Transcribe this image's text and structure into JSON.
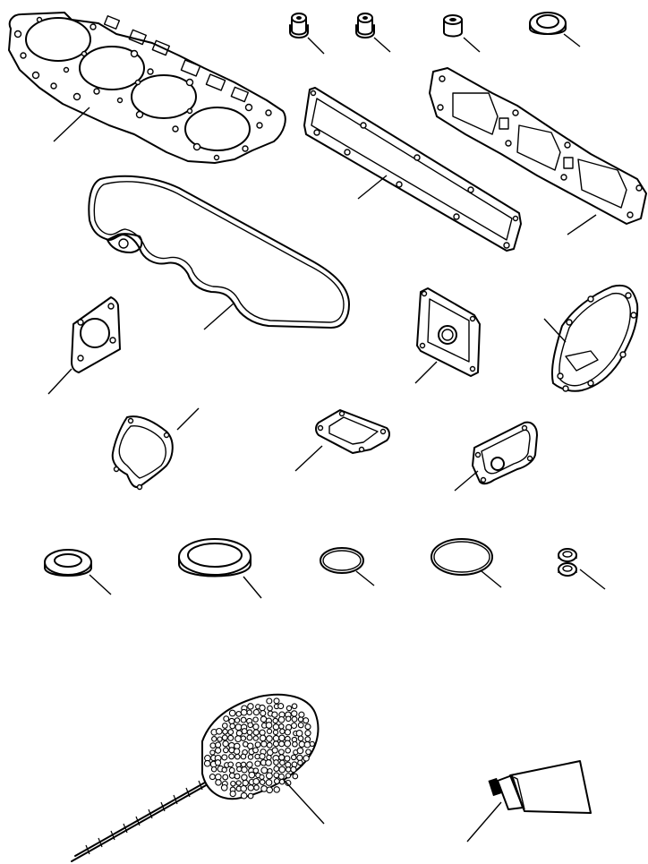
{
  "figure": {
    "background": "#ffffff",
    "line_color": "#000000",
    "parts": [
      {
        "id": "cylinder-head-gasket",
        "icon": "head-gasket-icon"
      },
      {
        "id": "valve-stem-seal-1",
        "icon": "seal-icon"
      },
      {
        "id": "valve-stem-seal-2",
        "icon": "seal-icon"
      },
      {
        "id": "bushing",
        "icon": "bushing-icon"
      },
      {
        "id": "oil-seal-top",
        "icon": "oil-seal-icon"
      },
      {
        "id": "intake-manifold-gasket",
        "icon": "gasket-icon"
      },
      {
        "id": "exhaust-manifold-gasket",
        "icon": "gasket-icon"
      },
      {
        "id": "valve-cover-gasket",
        "icon": "gasket-icon"
      },
      {
        "id": "flange-gasket-left",
        "icon": "gasket-icon"
      },
      {
        "id": "cover-gasket-center",
        "icon": "gasket-icon"
      },
      {
        "id": "water-pump-gasket",
        "icon": "gasket-icon"
      },
      {
        "id": "thermostat-gasket",
        "icon": "gasket-icon"
      },
      {
        "id": "square-flange-gasket",
        "icon": "gasket-icon"
      },
      {
        "id": "housing-gasket",
        "icon": "gasket-icon"
      },
      {
        "id": "oil-seal-small",
        "icon": "oil-seal-icon"
      },
      {
        "id": "oil-seal-large",
        "icon": "oil-seal-icon"
      },
      {
        "id": "o-ring-small",
        "icon": "o-ring-icon"
      },
      {
        "id": "o-ring-large",
        "icon": "o-ring-icon"
      },
      {
        "id": "washers",
        "icon": "washer-icon"
      },
      {
        "id": "cylinder-hone-brush",
        "icon": "brush-icon"
      },
      {
        "id": "sealant-tube",
        "icon": "tube-icon"
      }
    ]
  }
}
